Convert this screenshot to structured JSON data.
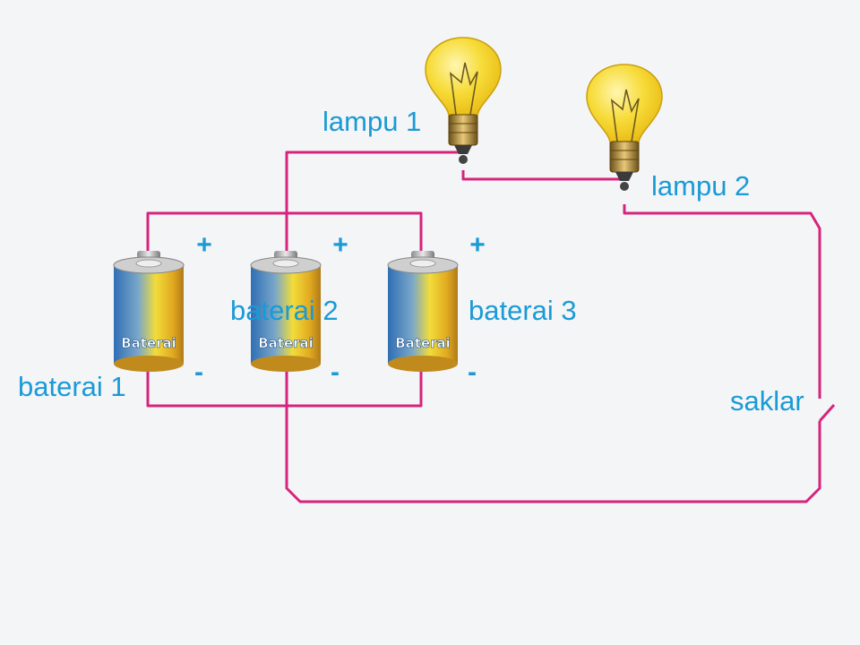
{
  "diagram": {
    "labels": {
      "lamp1": "lampu 1",
      "lamp2": "lampu 2",
      "battery1": "baterai 1",
      "battery2": "baterai 2",
      "battery3": "baterai 3",
      "switch": "saklar"
    },
    "battery_text": "Baterai",
    "plus": "+",
    "minus": "-"
  },
  "colors": {
    "background": "#f4f5f7",
    "wire": "#d6247c",
    "label": "#1a9ad6",
    "bulb_glass": "#f5d020",
    "battery_blue": "#3a7fc0",
    "battery_yellow": "#f2dc3a"
  }
}
